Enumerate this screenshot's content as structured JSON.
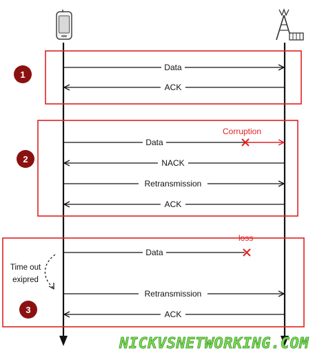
{
  "colors": {
    "frame": "#e02020",
    "badge": "#8b1010",
    "arrow": "#111111",
    "error": "#e02020",
    "watermark": "#7ed957"
  },
  "icons": {
    "left_endpoint": "mobile-phone-icon",
    "right_endpoint": "cell-tower-icon"
  },
  "scenarios": [
    {
      "number": "1",
      "messages": [
        {
          "label": "Data",
          "direction": "right"
        },
        {
          "label": "ACK",
          "direction": "left"
        }
      ]
    },
    {
      "number": "2",
      "error_label": "Corruption",
      "messages": [
        {
          "label": "Data",
          "direction": "right",
          "error": "corruption"
        },
        {
          "label": "NACK",
          "direction": "left"
        },
        {
          "label": "Retransmission",
          "direction": "right"
        },
        {
          "label": "ACK",
          "direction": "left"
        }
      ]
    },
    {
      "number": "3",
      "error_label": "loss",
      "timeout_label": [
        "Time out",
        "exipred"
      ],
      "messages": [
        {
          "label": "Data",
          "direction": "right",
          "error": "loss"
        },
        {
          "label": "Retransmission",
          "direction": "right"
        },
        {
          "label": "ACK",
          "direction": "left"
        }
      ]
    }
  ],
  "watermark": "NICKVSNETWORKING.COM"
}
